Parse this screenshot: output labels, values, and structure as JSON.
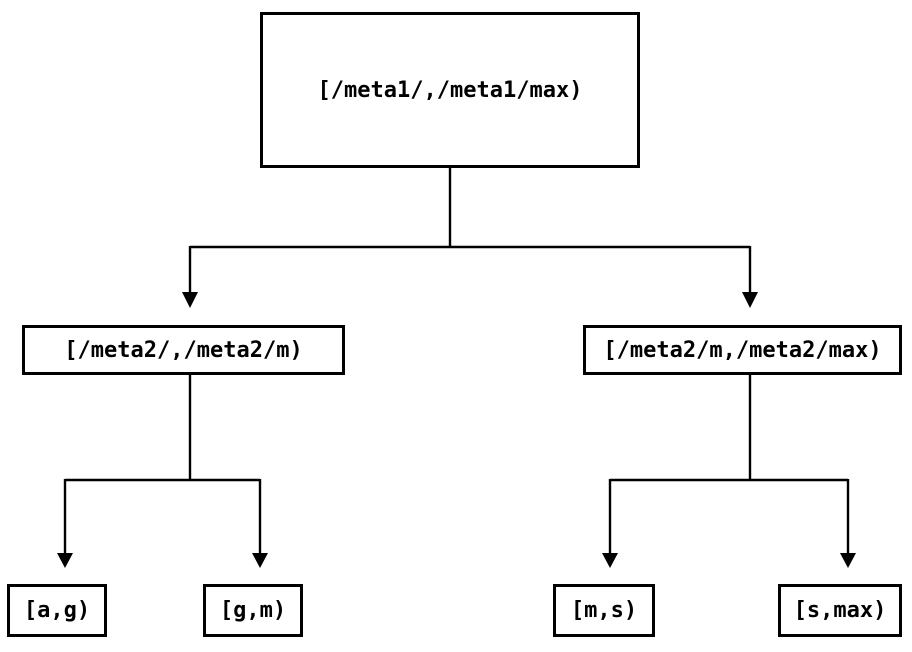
{
  "diagram": {
    "type": "tree",
    "background_color": "#ffffff",
    "line_color": "#000000",
    "box_border_color": "#000000",
    "text_color": "#000000",
    "root": {
      "label": "[/meta1/,/meta1/max)",
      "children": [
        {
          "label": "[/meta2/,/meta2/m)",
          "children": [
            {
              "label": "[a,g)"
            },
            {
              "label": "[g,m)"
            }
          ]
        },
        {
          "label": "[/meta2/m,/meta2/max)",
          "children": [
            {
              "label": "[m,s)"
            },
            {
              "label": "[s,max)"
            }
          ]
        }
      ]
    }
  }
}
